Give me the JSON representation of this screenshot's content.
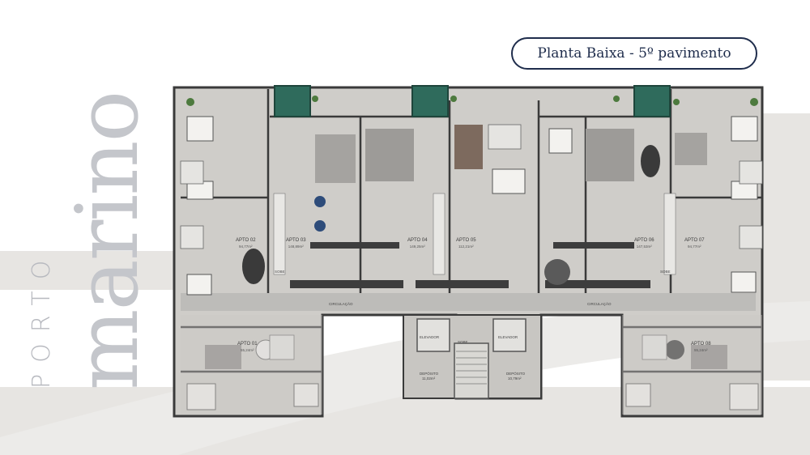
{
  "brand": {
    "line1": "PORTO",
    "line2": "marino"
  },
  "title": "Planta Baixa - 5º pavimento",
  "units": [
    {
      "name": "APTO 01",
      "area": "55,24m²"
    },
    {
      "name": "APTO 02",
      "area": "94,77m²"
    },
    {
      "name": "APTO 03",
      "area": "148,89m²"
    },
    {
      "name": "APTO 04",
      "area": "149,25m²"
    },
    {
      "name": "APTO 05",
      "area": "112,21m²"
    },
    {
      "name": "APTO 06",
      "area": "147,53m²"
    },
    {
      "name": "APTO 07",
      "area": "94,77m²"
    },
    {
      "name": "APTO 08",
      "area": "55,24m²"
    }
  ],
  "common": {
    "circulation_left": "CIRCULAÇÃO",
    "circulation_right": "CIRCULAÇÃO",
    "elevator_left": "ELEVADOR",
    "elevator_right": "ELEVADOR",
    "deposit_left": "DEPÓSITO",
    "deposit_left_area": "11,02m²",
    "deposit_right": "DEPÓSITO",
    "deposit_right_area": "10,79m²",
    "stairs_up": "SOBE",
    "stairs_up_left": "SOBE",
    "stairs_up_right": "SOBE"
  },
  "colors": {
    "navy": "#1f2d4c",
    "band": "#e7e5e2",
    "brand_text": "#c4c6cb",
    "pool": "#2f6b5c",
    "wall": "#3a3a3a",
    "floor": "#cfcdc9"
  }
}
